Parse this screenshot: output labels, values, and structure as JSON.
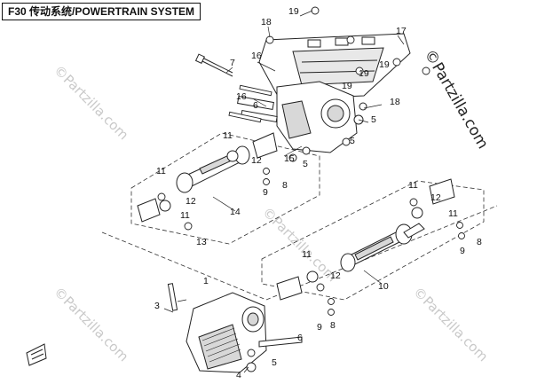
{
  "title": "F30 传动系统/POWERTRAIN SYSTEM",
  "watermark": "©Partzilla.com",
  "colors": {
    "line": "#222222",
    "watermark": "#c9c9c9",
    "part_fill": "#ffffff",
    "shade": "#d8d8d8"
  },
  "callouts": [
    "1",
    "3",
    "4",
    "5",
    "5",
    "5",
    "5",
    "6",
    "6",
    "7",
    "8",
    "8",
    "8",
    "9",
    "9",
    "9",
    "10",
    "11",
    "11",
    "11",
    "11",
    "11",
    "11",
    "12",
    "12",
    "12",
    "12",
    "13",
    "14",
    "15",
    "16",
    "16",
    "17",
    "18",
    "18",
    "19",
    "19",
    "19",
    "19"
  ]
}
